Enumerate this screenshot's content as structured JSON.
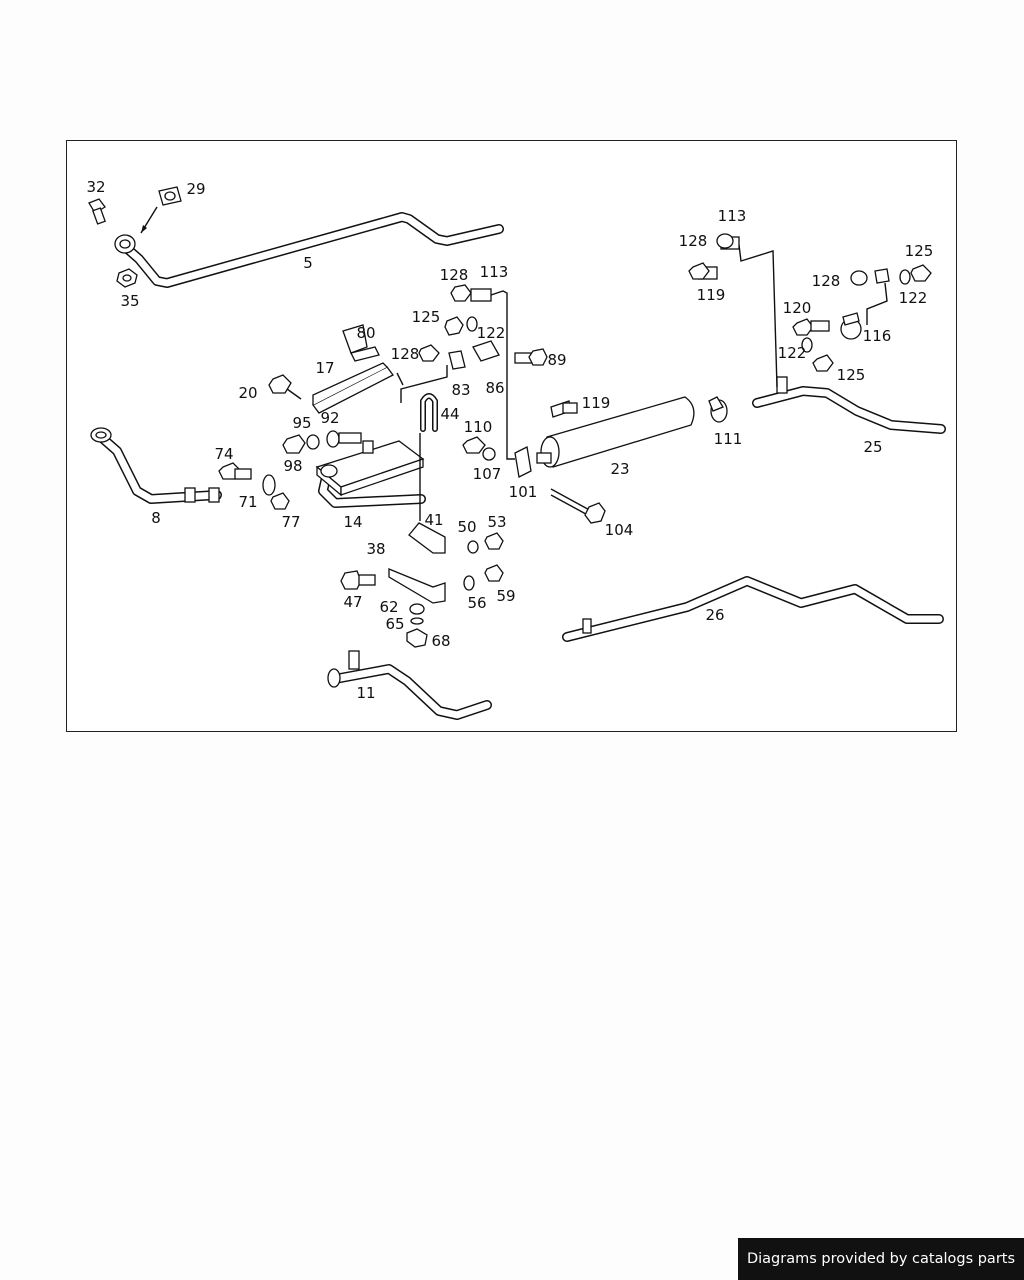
{
  "footer": {
    "text": "Diagrams provided by catalogs parts"
  },
  "callouts": [
    "32",
    "29",
    "5",
    "35",
    "128",
    "113",
    "128",
    "113",
    "125",
    "128",
    "122",
    "125",
    "80",
    "125",
    "122",
    "17",
    "128",
    "89",
    "20",
    "83",
    "86",
    "119",
    "122",
    "125",
    "120",
    "116",
    "95",
    "92",
    "44",
    "110",
    "111",
    "23",
    "25",
    "98",
    "107",
    "101",
    "74",
    "71",
    "77",
    "8",
    "14",
    "41",
    "50",
    "53",
    "104",
    "38",
    "47",
    "56",
    "59",
    "26",
    "62",
    "65",
    "68",
    "11",
    "119"
  ]
}
